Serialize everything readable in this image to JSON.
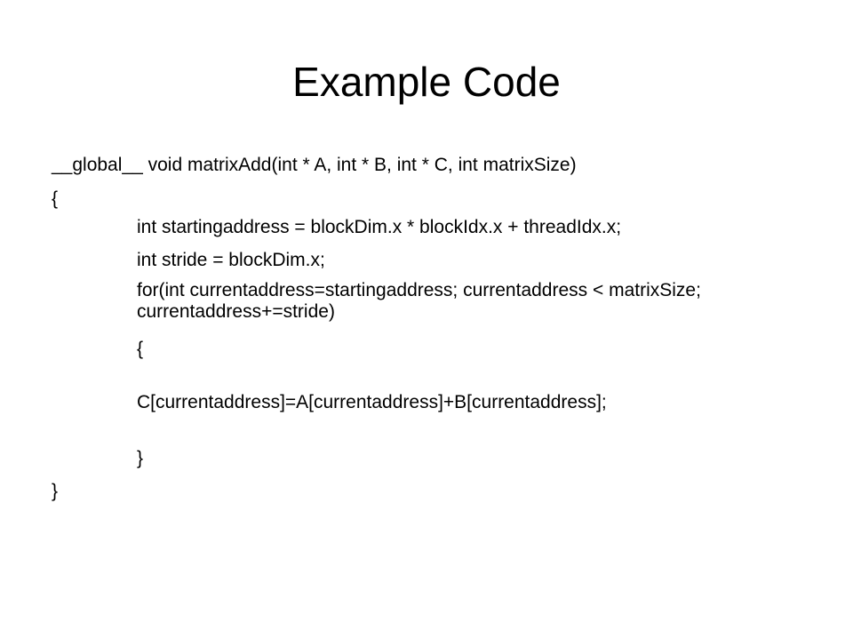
{
  "slide": {
    "title": "Example Code",
    "code_lines": [
      "__global__ void matrixAdd(int * A, int * B, int * C, int matrixSize)",
      "{",
      "int startingaddress = blockDim.x * blockIdx.x + threadIdx.x;",
      "int stride = blockDim.x;",
      "for(int currentaddress=startingaddress; currentaddress < matrixSize; currentaddress+=stride)",
      "{",
      "C[currentaddress]=A[currentaddress]+B[currentaddress];",
      "}",
      "}"
    ]
  }
}
